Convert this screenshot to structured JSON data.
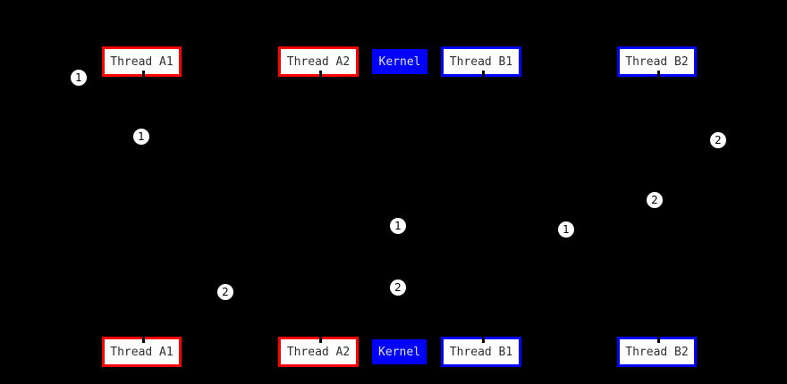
{
  "diagram": {
    "type": "sequence-diagram",
    "background_color": "#000000",
    "participants": [
      {
        "id": "thread-a1",
        "label": "Thread A1",
        "style": "red-border"
      },
      {
        "id": "thread-a2",
        "label": "Thread A2",
        "style": "red-border"
      },
      {
        "id": "kernel",
        "label": "Kernel",
        "style": "blue-filled"
      },
      {
        "id": "thread-b1",
        "label": "Thread B1",
        "style": "blue-border"
      },
      {
        "id": "thread-b2",
        "label": "Thread B2",
        "style": "blue-border"
      }
    ],
    "markers": [
      {
        "label": "1"
      },
      {
        "label": "1"
      },
      {
        "label": "2"
      },
      {
        "label": "2"
      },
      {
        "label": "1"
      },
      {
        "label": "1"
      },
      {
        "label": "2"
      },
      {
        "label": "2"
      }
    ],
    "colors": {
      "thread_a_border": "#ff0000",
      "thread_b_border": "#0000ff",
      "kernel_fill": "#0000ff",
      "kernel_text": "#e0e0e0",
      "box_fill": "#ffffff",
      "box_text": "#303030",
      "marker_fill": "#ffffff",
      "marker_text": "#000000"
    }
  }
}
